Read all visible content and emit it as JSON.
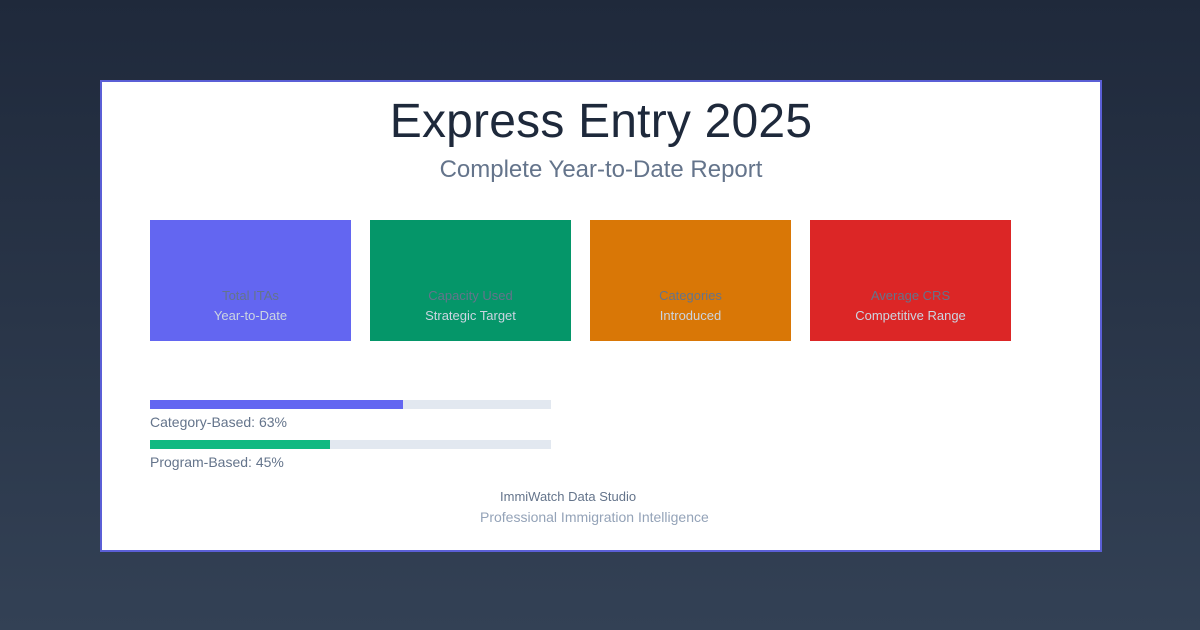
{
  "colors": {
    "background_top": "#1f293b",
    "background_bottom": "#334155",
    "card_border": "#5b5fd6",
    "indigo": "#6366f1",
    "green": "#059669",
    "orange": "#d97706",
    "red": "#dc2626",
    "bar_green": "#10b981",
    "track": "#e2e8f0"
  },
  "header": {
    "title": "Express Entry 2025",
    "subtitle": "Complete Year-to-Date Report"
  },
  "stats": [
    {
      "label": "Total ITAs",
      "sub": "Year-to-Date",
      "color": "#6366f1"
    },
    {
      "label": "Capacity Used",
      "sub": "Strategic Target",
      "color": "#059669"
    },
    {
      "label": "Categories",
      "sub": "Introduced",
      "color": "#d97706"
    },
    {
      "label": "Average CRS",
      "sub": "Competitive Range",
      "color": "#dc2626"
    }
  ],
  "progress": [
    {
      "label": "Category-Based: 63%",
      "percent": 63,
      "color": "#6366f1"
    },
    {
      "label": "Program-Based: 45%",
      "percent": 45,
      "color": "#10b981"
    }
  ],
  "footer": {
    "brand": "ImmiWatch Data Studio",
    "tagline": "Professional Immigration Intelligence"
  }
}
